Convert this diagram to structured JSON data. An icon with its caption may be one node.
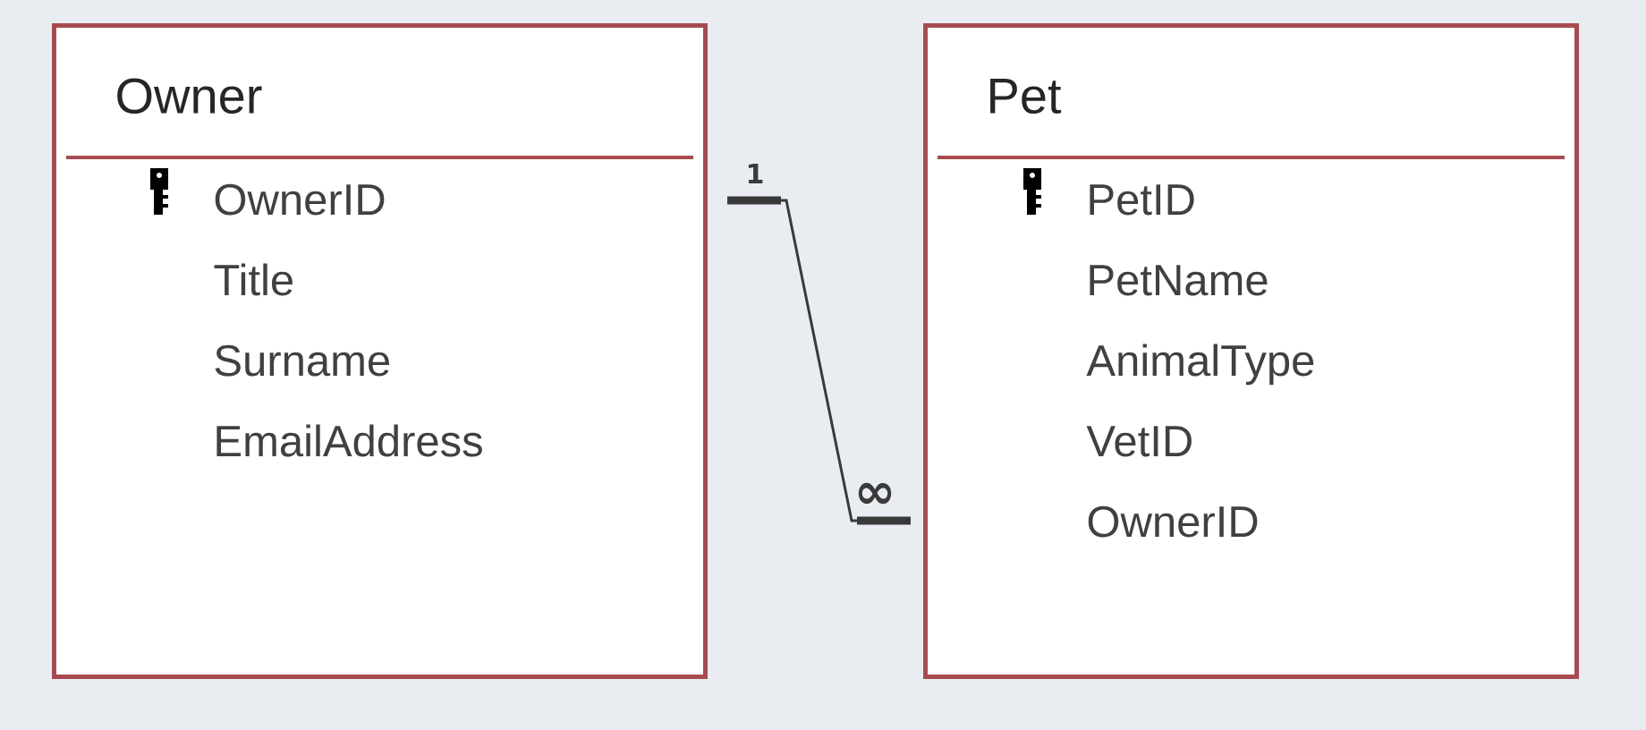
{
  "diagram": {
    "nodes": [
      {
        "text": [
          "Owner"
        ]
      },
      {
        "text": [
          "OwnerID"
        ],
        "in": 0
      },
      {
        "text": [
          "Title"
        ],
        "in": 0
      },
      {
        "text": [
          "Surname"
        ],
        "in": 0
      },
      {
        "text": [
          "EmailAddress"
        ],
        "in": 0
      },
      {
        "text": [
          "Pet"
        ]
      },
      {
        "text": [
          "PetID"
        ],
        "in": 5
      },
      {
        "text": [
          "PetName"
        ],
        "in": 5
      },
      {
        "text": [
          "AnimalType"
        ],
        "in": 5
      },
      {
        "text": [
          "VetID"
        ],
        "in": 5
      },
      {
        "text": [
          "OwnerID"
        ],
        "in": 5
      }
    ],
    "edges": [
      {
        "from": 0,
        "to": 5,
        "arrow": "other"
      }
    ],
    "labels": [
      "1",
      "∞"
    ]
  }
}
